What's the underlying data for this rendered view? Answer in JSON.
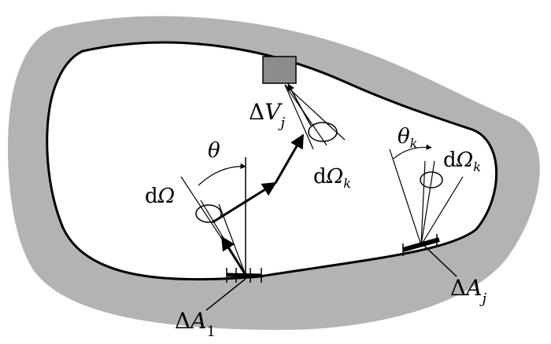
{
  "colors": {
    "wall": "#b3b3b3",
    "cavity": "#ffffff",
    "outline": "#000000",
    "volume_element": "#8c8c8c"
  },
  "labels": {
    "theta": "θ",
    "theta_k": {
      "main": "θ",
      "sub": "k"
    },
    "d_omega": {
      "d": "d",
      "omega": "Ω"
    },
    "d_omega_k_center": {
      "d": "d",
      "omega": "Ω",
      "sub": "k"
    },
    "d_omega_k_right": {
      "d": "d",
      "omega": "Ω",
      "sub": "k"
    },
    "delta_v_j": {
      "delta": "Δ",
      "v": "V",
      "sub": "j"
    },
    "delta_a_1": {
      "delta": "Δ",
      "a": "A",
      "sub": "1"
    },
    "delta_a_j": {
      "delta": "Δ",
      "a": "A",
      "sub": "j"
    }
  }
}
